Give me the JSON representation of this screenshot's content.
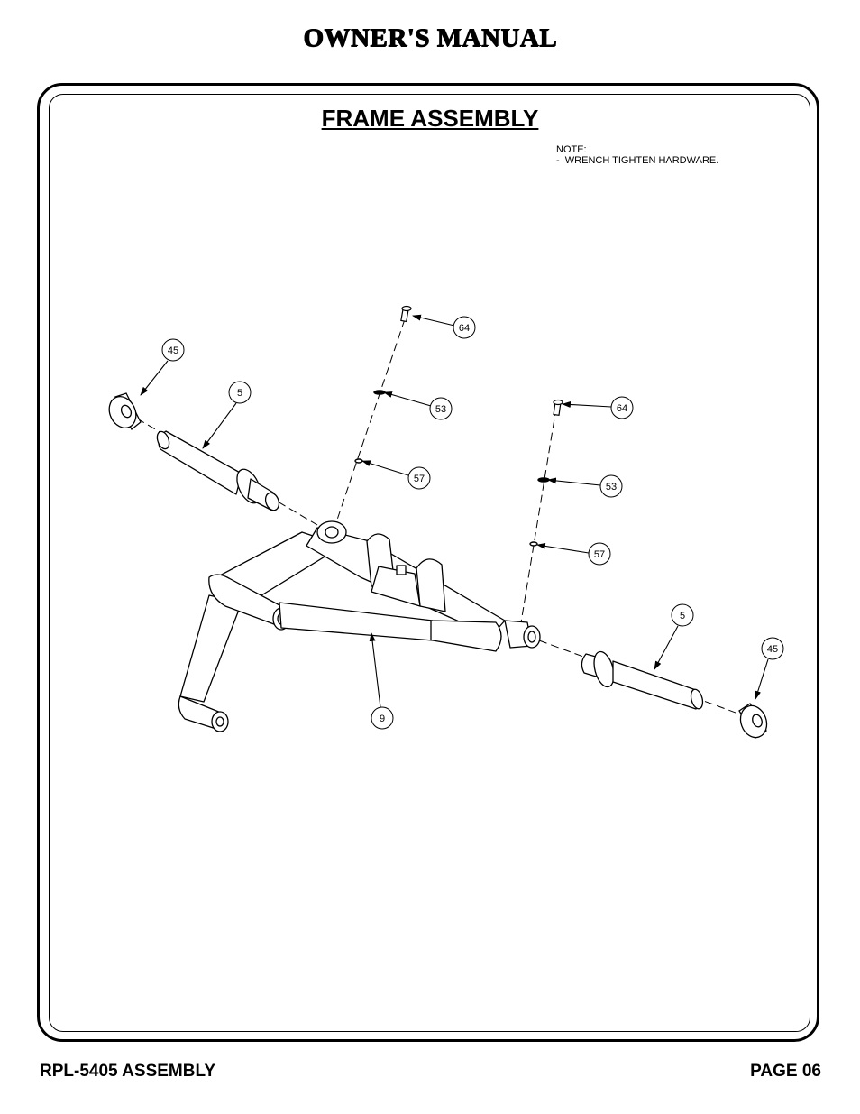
{
  "header": {
    "title": "OWNER'S MANUAL"
  },
  "section": {
    "title": "FRAME ASSEMBLY"
  },
  "note": {
    "label": "NOTE:",
    "text": "-  WRENCH TIGHTEN HARDWARE."
  },
  "callouts": {
    "left_washer": "45",
    "left_axle": "5",
    "left_bolt": "64",
    "left_nut": "53",
    "left_clip": "57",
    "right_bolt": "64",
    "right_nut": "53",
    "right_clip": "57",
    "right_axle": "5",
    "right_washer": "45",
    "frame": "9"
  },
  "footer": {
    "model": "RPL-5405 ASSEMBLY",
    "page": "PAGE 06"
  }
}
